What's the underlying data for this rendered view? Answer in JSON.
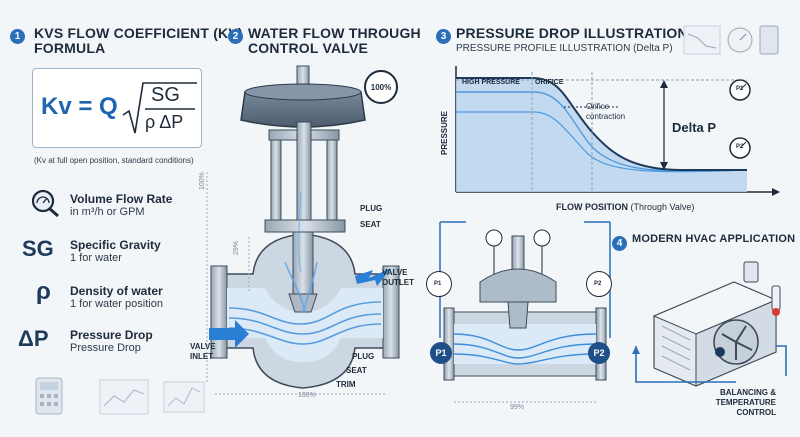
{
  "colors": {
    "accent": "#2a6fb8",
    "water": "#4d9be0",
    "steel": "#8a99a8",
    "dark": "#1d2b3a",
    "light_bg": "#f3f6f9"
  },
  "section1": {
    "number": "1",
    "title_line1": "KVS FLOW COEFFICIENT (Kv)",
    "title_line2": "FORMULA",
    "formula_lhs": "Kv = Q",
    "formula_num": "SG",
    "formula_den": "ρ ΔP",
    "note": "(Kv at full open position, standard conditions)",
    "items": [
      {
        "icon": "magnifier-gauge-icon",
        "symbol": "",
        "title": "Volume Flow Rate",
        "sub": "in m³/h or GPM"
      },
      {
        "icon": "",
        "symbol": "SG",
        "title": "Specific Gravity",
        "sub": "1 for water"
      },
      {
        "icon": "",
        "symbol": "ρ",
        "title": "Density of water",
        "sub": "1 for water position"
      },
      {
        "icon": "",
        "symbol": "ΔP",
        "title": "Pressure Drop",
        "sub": "Pressure Drop"
      }
    ]
  },
  "section2": {
    "number": "2",
    "title_line1": "WATER FLOW THROUGH",
    "title_line2": "CONTROL VALVE",
    "badge": "100%",
    "dim_100": "100%",
    "dim_29": "29%",
    "labels": {
      "plug_top": "PLUG",
      "seat_top": "SEAT",
      "valve_outlet": "VALVE OUTLET",
      "valve_inlet": "VALVE INLET",
      "plug_bottom": "PLUG",
      "seat_bottom": "SEAT",
      "trim": "TRIM"
    },
    "bottom_dim": "100%"
  },
  "section3": {
    "number": "3",
    "title": "PRESSURE DROP ILLUSTRATION",
    "subtitle": "PRESSURE PROFILE ILLUSTRATION (Delta P)",
    "y_axis": "PRESSURE",
    "x_axis_bold": "FLOW POSITION",
    "x_axis_rest": "(Through Valve)",
    "high_pressure": "HIGH PRESSURE",
    "orifice": "ORIFICE",
    "orifice_contraction_1": "Orifice",
    "orifice_contraction_2": "contraction",
    "delta_p": "Delta P",
    "p1": "P1",
    "p2": "P2",
    "bottom_dim": "99%"
  },
  "section4": {
    "number": "4",
    "title": "MODERN HVAC APPLICATION",
    "caption_line1": "BALANCING &",
    "caption_line2": "TEMPERATURE CONTROL"
  }
}
